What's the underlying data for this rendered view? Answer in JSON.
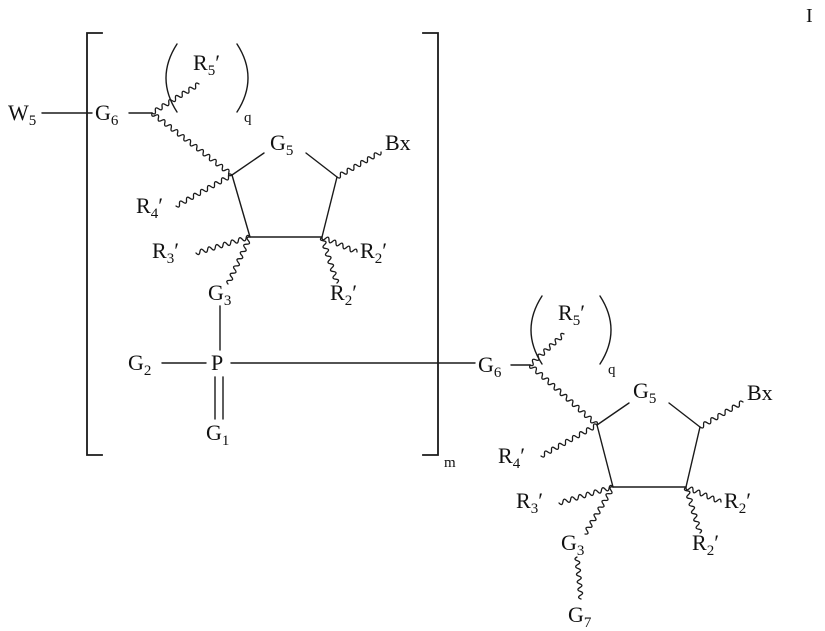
{
  "formula_number": "I",
  "colors": {
    "ink": "#1a1a1a",
    "background": "#ffffff"
  },
  "labels": {
    "W5": {
      "main": "W",
      "sub": "5",
      "suffix": ""
    },
    "G6": {
      "main": "G",
      "sub": "6",
      "suffix": ""
    },
    "G5": {
      "main": "G",
      "sub": "5",
      "suffix": ""
    },
    "G3": {
      "main": "G",
      "sub": "3",
      "suffix": ""
    },
    "G2": {
      "main": "G",
      "sub": "2",
      "suffix": ""
    },
    "G1": {
      "main": "G",
      "sub": "1",
      "suffix": ""
    },
    "G7": {
      "main": "G",
      "sub": "7",
      "suffix": ""
    },
    "P": {
      "main": "P",
      "sub": "",
      "suffix": ""
    },
    "Bx": {
      "main": "Bx",
      "sub": "",
      "suffix": ""
    },
    "R5prime": {
      "main": "R",
      "sub": "5",
      "suffix": "′"
    },
    "R4prime": {
      "main": "R",
      "sub": "4",
      "suffix": "′"
    },
    "R3prime": {
      "main": "R",
      "sub": "3",
      "suffix": "′"
    },
    "R2prime": {
      "main": "R",
      "sub": "2",
      "suffix": "′"
    },
    "q": "q",
    "m": "m"
  }
}
